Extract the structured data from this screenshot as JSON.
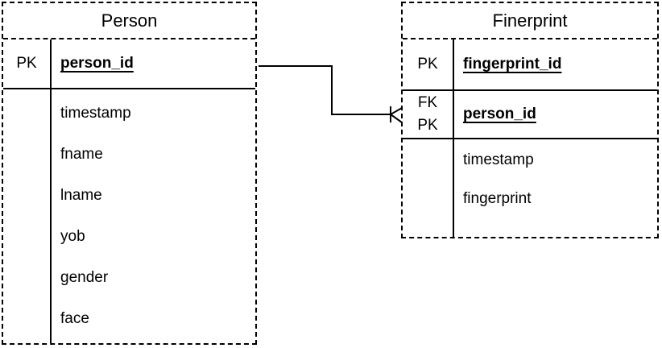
{
  "diagram": {
    "background_color": "#ffffff",
    "line_color": "#000000",
    "text_color": "#000000"
  },
  "person": {
    "title": "Person",
    "pk": {
      "key_label": "PK",
      "field": "person_id"
    },
    "attributes": [
      "timestamp",
      "fname",
      "lname",
      "yob",
      "gender",
      "face"
    ]
  },
  "fingerprint": {
    "title": "Finerprint",
    "pk": {
      "key_label": "PK",
      "field": "fingerprint_id"
    },
    "fk": {
      "key_label_top": "FK",
      "key_label_bottom": "PK",
      "field": "person_id"
    },
    "attributes": [
      "timestamp",
      "fingerprint"
    ]
  },
  "relationship": {
    "from": "Person.person_id",
    "to": "Finerprint.person_id",
    "cardinality": "one-to-many",
    "many_end_icon": "crow-foot-many-icon"
  }
}
